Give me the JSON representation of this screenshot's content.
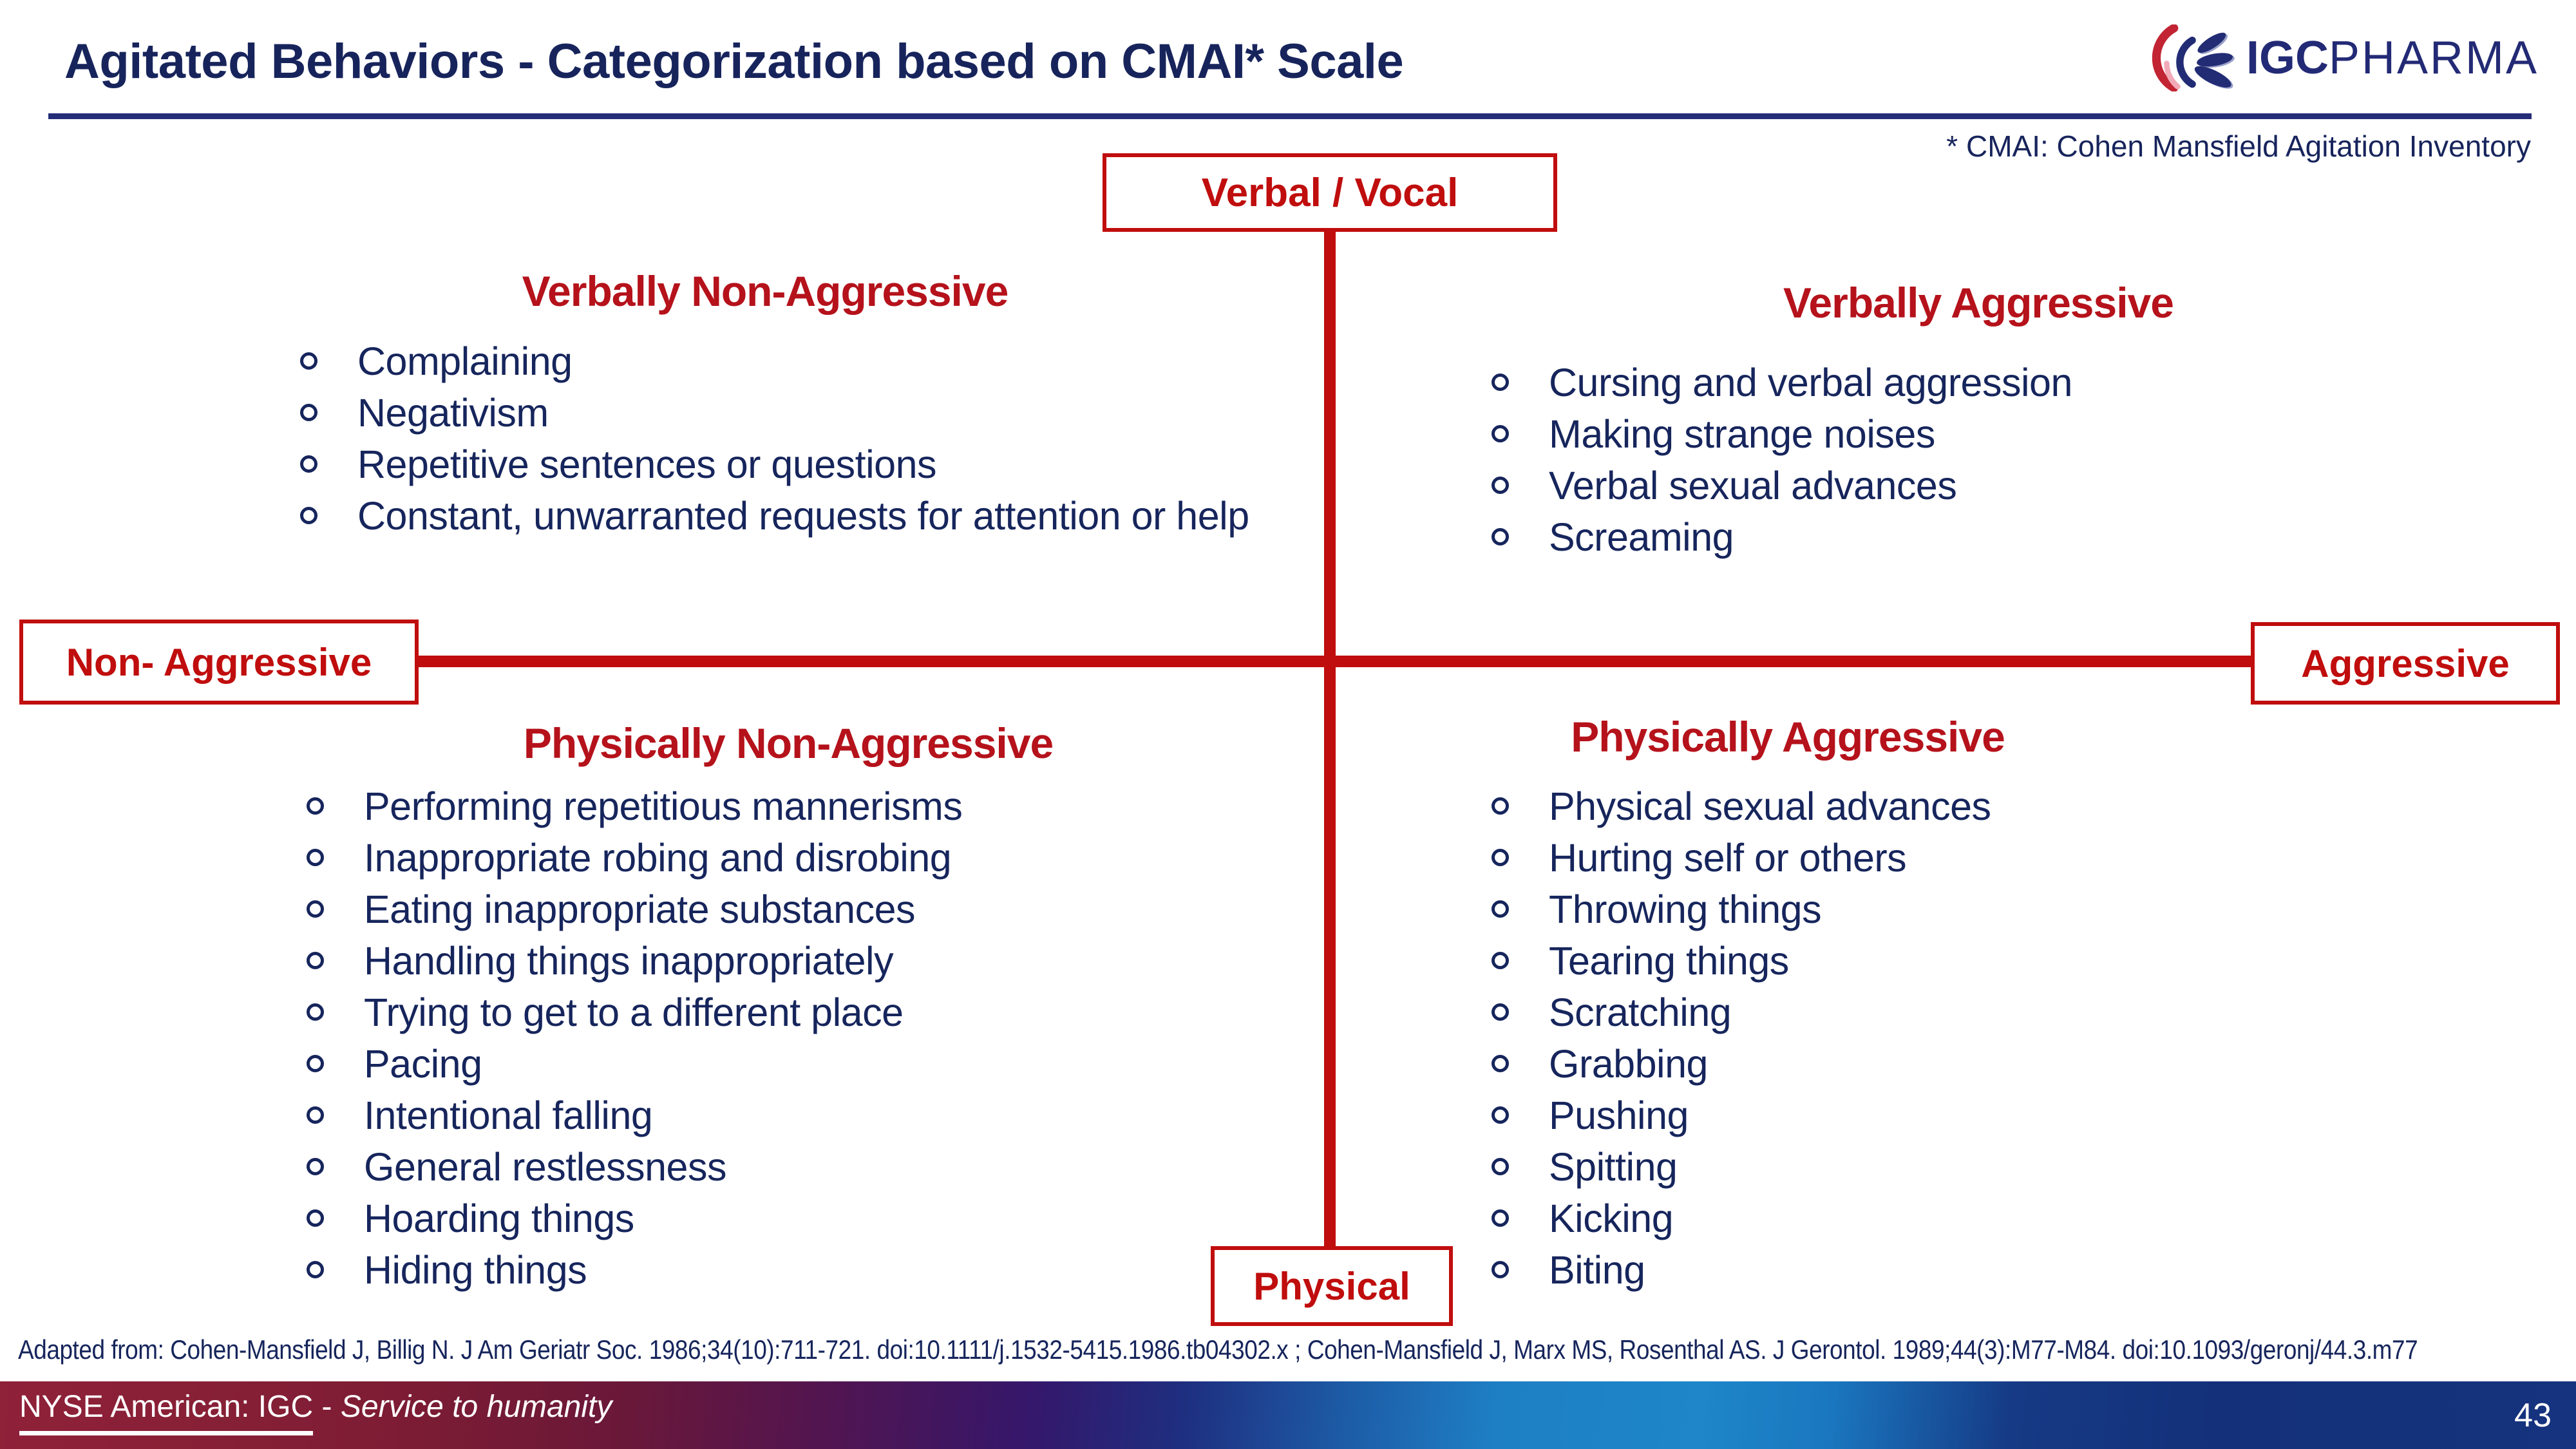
{
  "slide": {
    "title": "Agitated Behaviors - Categorization based on CMAI* Scale",
    "footnote": "* CMAI: Cohen Mansfield Agitation Inventory",
    "logo": {
      "text_bold": "IGC",
      "text_light": "PHARMA"
    },
    "axes": {
      "top": "Verbal / Vocal",
      "bottom": "Physical",
      "left": "Non- Aggressive",
      "right": "Aggressive"
    },
    "quadrants": [
      {
        "heading": "Verbally Non-Aggressive",
        "items": [
          "Complaining",
          "Negativism",
          "Repetitive sentences or questions",
          "Constant, unwarranted requests for attention or help"
        ]
      },
      {
        "heading": "Verbally Aggressive",
        "items": [
          "Cursing and verbal aggression",
          "Making strange noises",
          "Verbal sexual advances",
          "Screaming"
        ]
      },
      {
        "heading": "Physically Non-Aggressive",
        "items": [
          "Performing repetitious mannerisms",
          "Inappropriate robing and disrobing",
          "Eating inappropriate substances",
          "Handling things inappropriately",
          "Trying to get to a different place",
          "Pacing",
          "Intentional falling",
          "General restlessness",
          "Hoarding things",
          "Hiding things"
        ]
      },
      {
        "heading": "Physically Aggressive",
        "items": [
          "Physical sexual advances",
          "Hurting self or others",
          "Throwing things",
          "Tearing things",
          "Scratching",
          "Grabbing",
          "Pushing",
          "Spitting",
          "Kicking",
          "Biting"
        ]
      }
    ],
    "citation": "Adapted from: Cohen-Mansfield J, Billig N. J Am Geriatr Soc. 1986;34(10):711-721. doi:10.1111/j.1532-5415.1986.tb04302.x ; Cohen-Mansfield J, Marx MS, Rosenthal AS. J Gerontol. 1989;44(3):M77-M84. doi:10.1093/geronj/44.3.m77",
    "footer": {
      "ticker": "NYSE American:  IGC",
      "dash": "-",
      "tagline": "Service to humanity",
      "page_number": "43"
    },
    "colors": {
      "navy_text": "#16255c",
      "axis_red": "#c00d0d",
      "heading_red": "#b5121b",
      "footer_left_maroon": "#8f2139",
      "footer_bright_blue": "#1e86c9",
      "footer_dark_navy": "#14307a"
    }
  }
}
